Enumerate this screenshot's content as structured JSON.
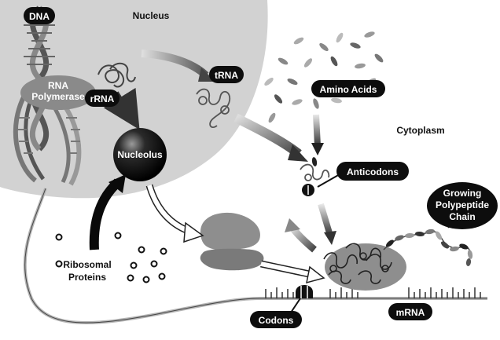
{
  "labels": {
    "dna": "DNA",
    "nucleus": "Nucleus",
    "rna_polymerase_line1": "RNA",
    "rna_polymerase_line2": "Polymerase",
    "rrna": "rRNA",
    "trna": "tRNA",
    "amino_acids": "Amino Acids",
    "cytoplasm": "Cytoplasm",
    "nucleolus": "Nucleolus",
    "anticodons": "Anticodons",
    "growing_line1": "Growing",
    "growing_line2": "Polypeptide",
    "growing_line3": "Chain",
    "ribosomal_line1": "Ribosomal",
    "ribosomal_line2": "Proteins",
    "codons": "Codons",
    "mrna": "mRNA"
  },
  "icons": [
    "dna-helix-icon",
    "rrna-icon",
    "trna-icon",
    "amino-acid-icon",
    "nucleolus-icon",
    "ribosome-icon",
    "polypeptide-chain-icon",
    "ribosomal-protein-icon"
  ],
  "colors": {
    "nucleus_fill": "#d2d2d2",
    "pill_fill": "#0d0d0d",
    "ribosome_fill": "#8e8e8e",
    "arrow_gray": "#9a9a9a"
  }
}
